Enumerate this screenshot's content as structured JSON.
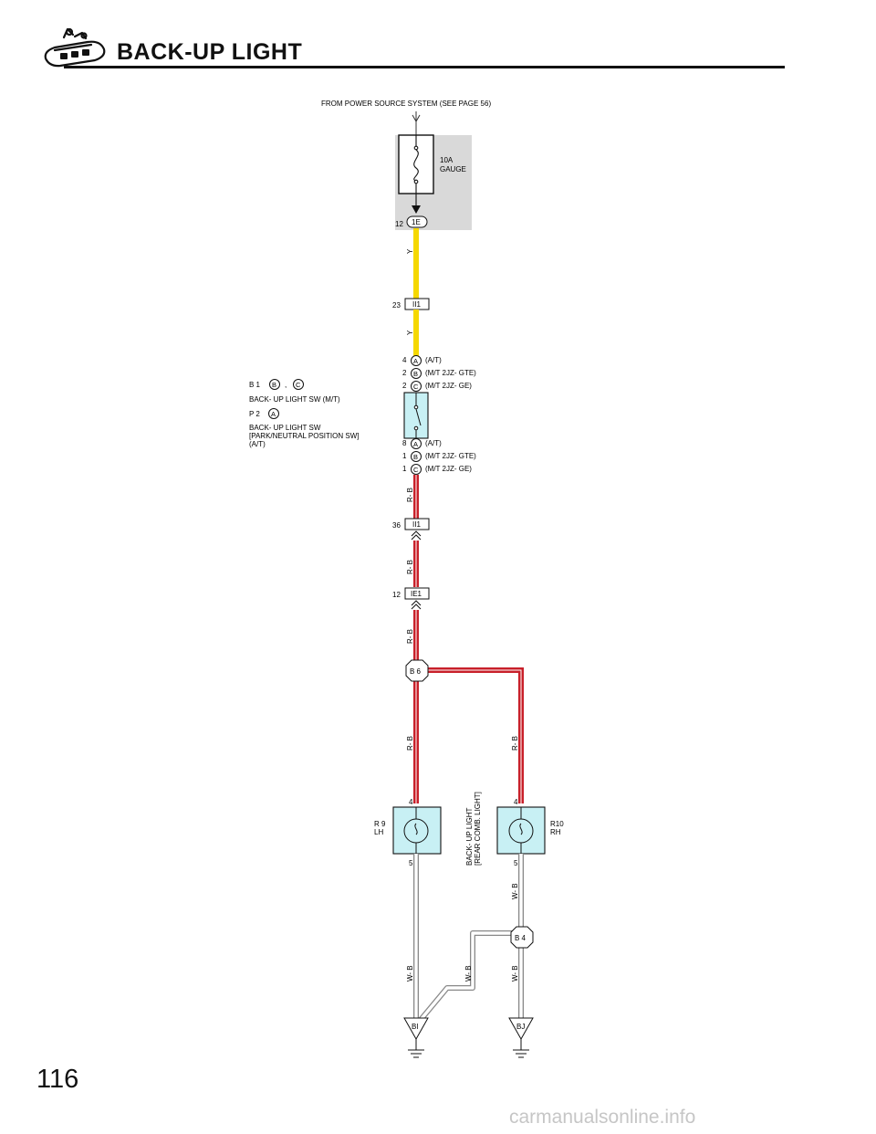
{
  "header": {
    "title": "BACK-UP  LIGHT",
    "logo_icon": "toyota-car-lift-logo"
  },
  "page_number": "116",
  "watermark": "carmanualsonline.info",
  "colors": {
    "yellow_wire": "#f5d800",
    "red_wire": "#c8202a",
    "component_fill": "#c8f0f4",
    "fuse_box_fill": "#d9d9d9"
  },
  "diagram": {
    "power_source": "FROM POWER SOURCE SYSTEM (SEE PAGE 56)",
    "fuse": {
      "rating": "10A",
      "name": "GAUGE",
      "pin": "12",
      "connector": "1E"
    },
    "wires": {
      "yellow": "Y",
      "red_black": "R- B",
      "white_black": "W- B"
    },
    "junction_top": {
      "pin": "23",
      "connector": "II1"
    },
    "switch": {
      "top_pins": [
        {
          "pin": "4",
          "letter": "A",
          "note": "(A/T)"
        },
        {
          "pin": "2",
          "letter": "B",
          "note": "(M/T 2JZ- GTE)"
        },
        {
          "pin": "2",
          "letter": "C",
          "note": "(M/T 2JZ- GE)"
        }
      ],
      "bottom_pins": [
        {
          "pin": "8",
          "letter": "A",
          "note": "(A/T)"
        },
        {
          "pin": "1",
          "letter": "B",
          "note": "(M/T 2JZ- GTE)"
        },
        {
          "pin": "1",
          "letter": "C",
          "note": "(M/T 2JZ- GE)"
        }
      ],
      "legend": {
        "b1_code": "B 1",
        "b1_letter1": "B",
        "b1_comma": ",",
        "b1_letter2": "C",
        "b1_name": "BACK- UP LIGHT SW (M/T)",
        "p2_code": "P 2",
        "p2_letter": "A",
        "p2_name_line1": "BACK- UP LIGHT SW",
        "p2_name_line2": "[PARK/NEUTRAL POSITION SW]",
        "p2_name_line3": "(A/T)"
      }
    },
    "junction_mid": {
      "pin": "36",
      "connector": "II1"
    },
    "junction_low": {
      "pin": "12",
      "connector": "IE1"
    },
    "splice_top": "B 6",
    "splice_bottom": "B 4",
    "lamp_left": {
      "code": "R 9",
      "side": "LH",
      "pin_top": "4",
      "pin_bottom": "5"
    },
    "lamp_right": {
      "code": "R10",
      "side": "RH",
      "pin_top": "4",
      "pin_bottom": "5"
    },
    "lamp_label_line1": "BACK- UP LIGHT",
    "lamp_label_line2": "[REAR COMB.  LIGHT]",
    "grounds": [
      "BI",
      "BJ"
    ]
  }
}
